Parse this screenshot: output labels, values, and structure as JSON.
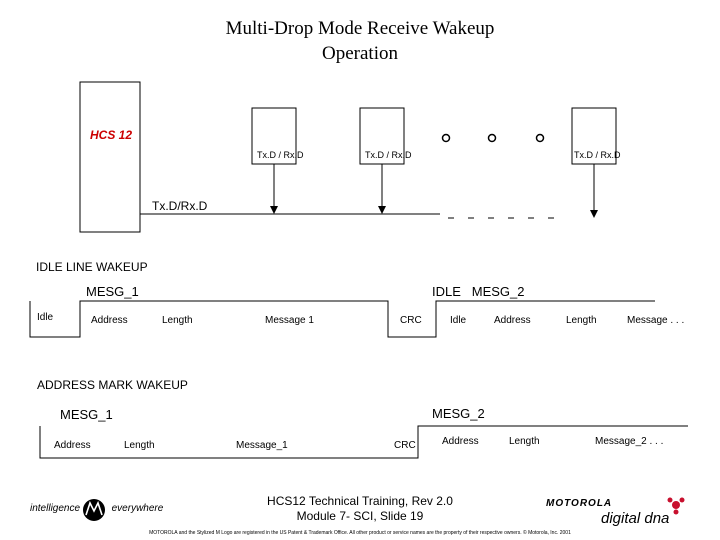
{
  "title_line1": "Multi-Drop Mode Receive Wakeup",
  "title_line2": "Operation",
  "hcs_label": "HCS 12",
  "bus_label": "Tx.D/Rx.D",
  "node_labels": [
    "Tx.D / Rx.D",
    "Tx.D / Rx.D",
    "Tx.D / Rx.D"
  ],
  "idle_section": {
    "heading": "IDLE LINE WAKEUP",
    "mesg1": "MESG_1",
    "idle_mesg2": "IDLE   MESG_2",
    "fields": [
      "Idle",
      "Address",
      "Length",
      "Message 1",
      "CRC",
      "Idle",
      "Address",
      "Length",
      "Message . . ."
    ]
  },
  "address_section": {
    "heading": "ADDRESS MARK WAKEUP",
    "mesg1": "MESG_1",
    "mesg2": "MESG_2",
    "fields": [
      "Address",
      "Length",
      "Message_1",
      "CRC",
      "Address",
      "Length",
      "Message_2 . . ."
    ]
  },
  "footer": {
    "line1": "HCS12 Technical Training,  Rev 2.0",
    "line2": "Module 7- SCI, Slide 19",
    "legal": "MOTOROLA and the Stylized M Logo are registered in the US Patent & Trademark Office. All other product or service names are the property of their respective owners.  © Motorola, Inc. 2001",
    "left_logo_text_1": "intelligence",
    "left_logo_text_2": "everywhere",
    "brand": "MOTOROLA",
    "brand_sub": "digital dna",
    "logo_glyph": "M"
  },
  "colors": {
    "hcs": "#cc0000",
    "accent": "#c8102e",
    "line": "#000000"
  }
}
